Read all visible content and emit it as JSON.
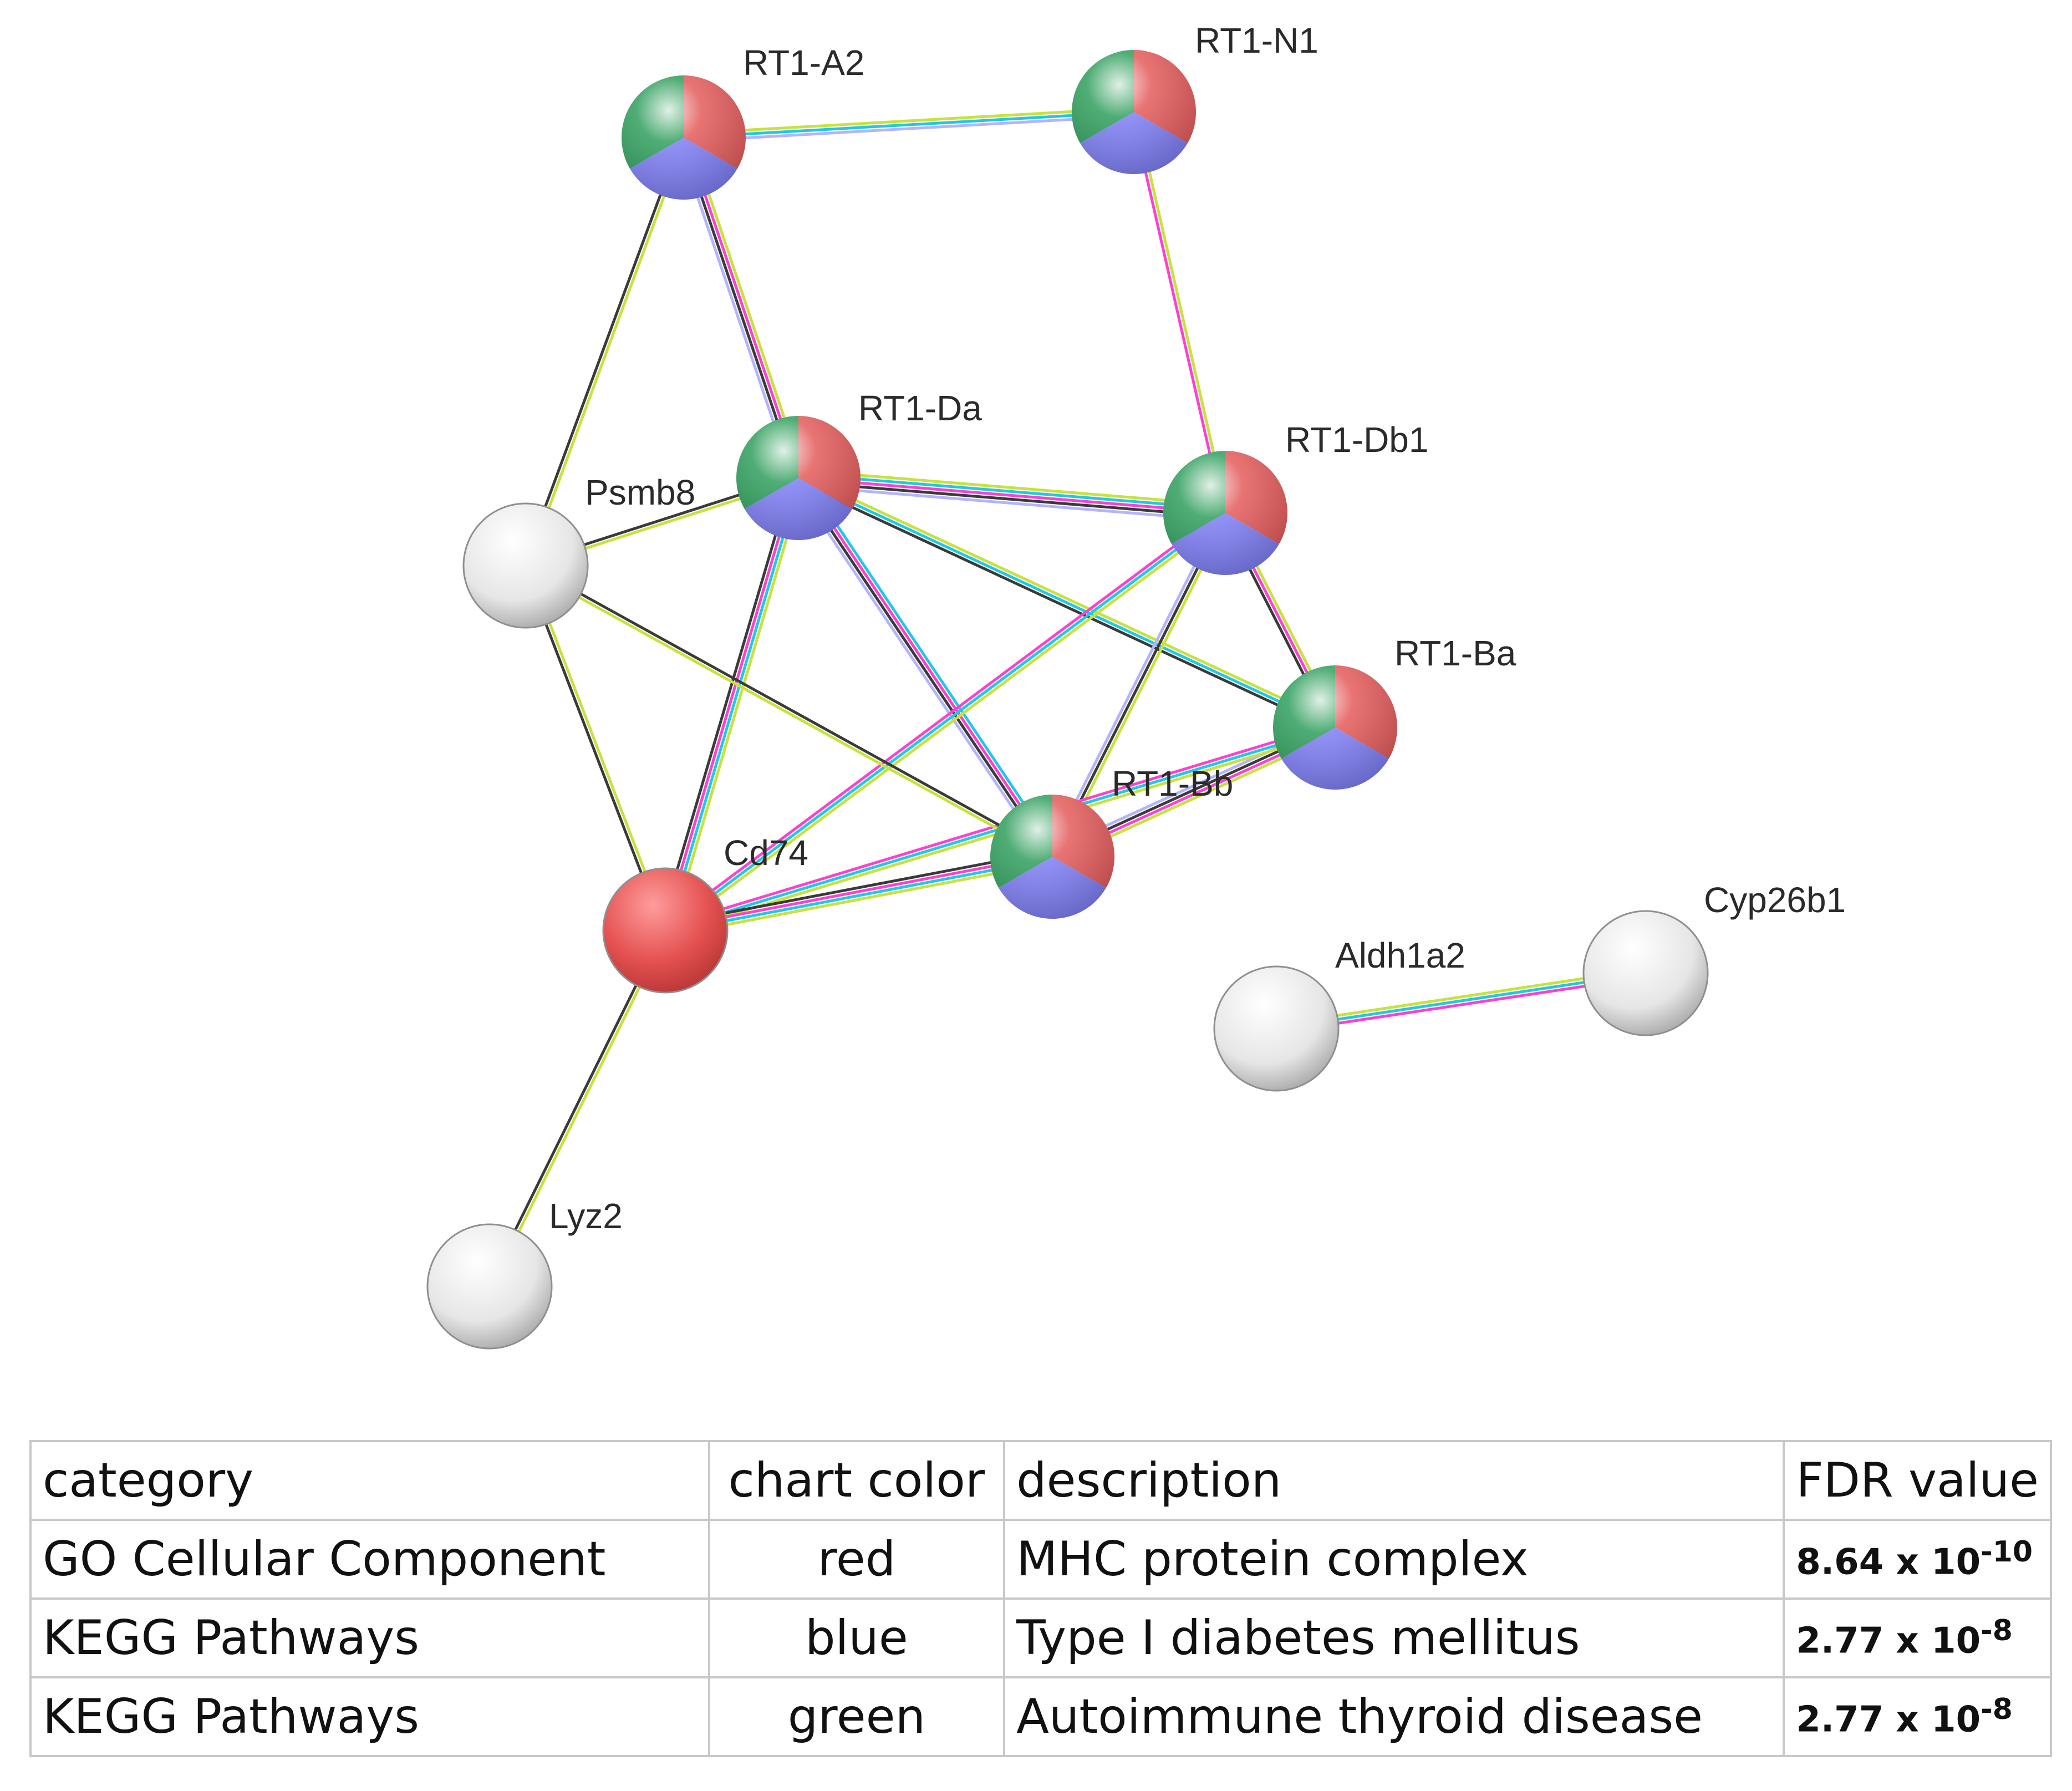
{
  "network": {
    "colors": {
      "red": "#e45b5b",
      "blue": "#7f7ff5",
      "green": "#2f9e5c",
      "grey": "#dcdcdc"
    },
    "nodes": [
      {
        "id": "RT1-A2",
        "label": "RT1-A2",
        "fill": "tricolor"
      },
      {
        "id": "RT1-N1",
        "label": "RT1-N1",
        "fill": "tricolor"
      },
      {
        "id": "RT1-Da",
        "label": "RT1-Da",
        "fill": "tricolor"
      },
      {
        "id": "RT1-Db1",
        "label": "RT1-Db1",
        "fill": "tricolor"
      },
      {
        "id": "RT1-Ba",
        "label": "RT1-Ba",
        "fill": "tricolor"
      },
      {
        "id": "RT1-Bb",
        "label": "RT1-Bb",
        "fill": "tricolor"
      },
      {
        "id": "Psmb8",
        "label": "Psmb8",
        "fill": "grey"
      },
      {
        "id": "Cd74",
        "label": "Cd74",
        "fill": "red"
      },
      {
        "id": "Lyz2",
        "label": "Lyz2",
        "fill": "grey"
      },
      {
        "id": "Aldh1a2",
        "label": "Aldh1a2",
        "fill": "grey"
      },
      {
        "id": "Cyp26b1",
        "label": "Cyp26b1",
        "fill": "grey"
      }
    ],
    "edges": [
      {
        "source": "RT1-A2",
        "target": "RT1-N1",
        "evidence": [
          "yellowgreen",
          "cyan",
          "lavender"
        ]
      },
      {
        "source": "RT1-A2",
        "target": "RT1-Da",
        "evidence": [
          "yellowgreen",
          "magenta",
          "black",
          "lavender"
        ]
      },
      {
        "source": "RT1-A2",
        "target": "Psmb8",
        "evidence": [
          "yellowgreen",
          "black"
        ]
      },
      {
        "source": "RT1-N1",
        "target": "RT1-Db1",
        "evidence": [
          "yellowgreen",
          "magenta"
        ]
      },
      {
        "source": "RT1-Da",
        "target": "RT1-Db1",
        "evidence": [
          "yellowgreen",
          "cyan",
          "magenta",
          "black",
          "lavender"
        ]
      },
      {
        "source": "RT1-Da",
        "target": "RT1-Ba",
        "evidence": [
          "yellowgreen",
          "cyan",
          "black"
        ]
      },
      {
        "source": "RT1-Da",
        "target": "RT1-Bb",
        "evidence": [
          "cyan",
          "magenta",
          "black",
          "lavender"
        ]
      },
      {
        "source": "RT1-Da",
        "target": "Cd74",
        "evidence": [
          "yellowgreen",
          "cyan",
          "magenta",
          "black"
        ]
      },
      {
        "source": "RT1-Da",
        "target": "Psmb8",
        "evidence": [
          "yellowgreen",
          "black"
        ]
      },
      {
        "source": "RT1-Db1",
        "target": "RT1-Ba",
        "evidence": [
          "yellowgreen",
          "magenta",
          "black"
        ]
      },
      {
        "source": "RT1-Db1",
        "target": "RT1-Bb",
        "evidence": [
          "yellowgreen",
          "black",
          "lavender"
        ]
      },
      {
        "source": "RT1-Db1",
        "target": "Cd74",
        "evidence": [
          "yellowgreen",
          "cyan",
          "magenta"
        ]
      },
      {
        "source": "RT1-Ba",
        "target": "RT1-Bb",
        "evidence": [
          "yellowgreen",
          "magenta",
          "black",
          "lavender"
        ]
      },
      {
        "source": "RT1-Ba",
        "target": "Cd74",
        "evidence": [
          "yellowgreen",
          "cyan",
          "magenta"
        ]
      },
      {
        "source": "RT1-Bb",
        "target": "Cd74",
        "evidence": [
          "yellowgreen",
          "cyan",
          "magenta",
          "black"
        ]
      },
      {
        "source": "RT1-Bb",
        "target": "Psmb8",
        "evidence": [
          "yellowgreen",
          "black"
        ]
      },
      {
        "source": "Psmb8",
        "target": "Cd74",
        "evidence": [
          "yellowgreen",
          "black"
        ]
      },
      {
        "source": "Cd74",
        "target": "Lyz2",
        "evidence": [
          "yellowgreen",
          "black"
        ]
      },
      {
        "source": "Aldh1a2",
        "target": "Cyp26b1",
        "evidence": [
          "yellowgreen",
          "cyan",
          "magenta"
        ]
      }
    ]
  },
  "table": {
    "headers": [
      "category",
      "chart color",
      "description",
      "FDR value"
    ],
    "rows": [
      {
        "category": "GO Cellular Component",
        "color": "red",
        "description": "MHC protein complex",
        "fdr_mantissa": "8.64 x 10",
        "fdr_exp": "-10"
      },
      {
        "category": "KEGG Pathways",
        "color": "blue",
        "description": "Type I diabetes mellitus",
        "fdr_mantissa": "2.77 x 10",
        "fdr_exp": "-8"
      },
      {
        "category": "KEGG Pathways",
        "color": "green",
        "description": "Autoimmune thyroid disease",
        "fdr_mantissa": "2.77 x 10",
        "fdr_exp": "-8"
      }
    ]
  }
}
